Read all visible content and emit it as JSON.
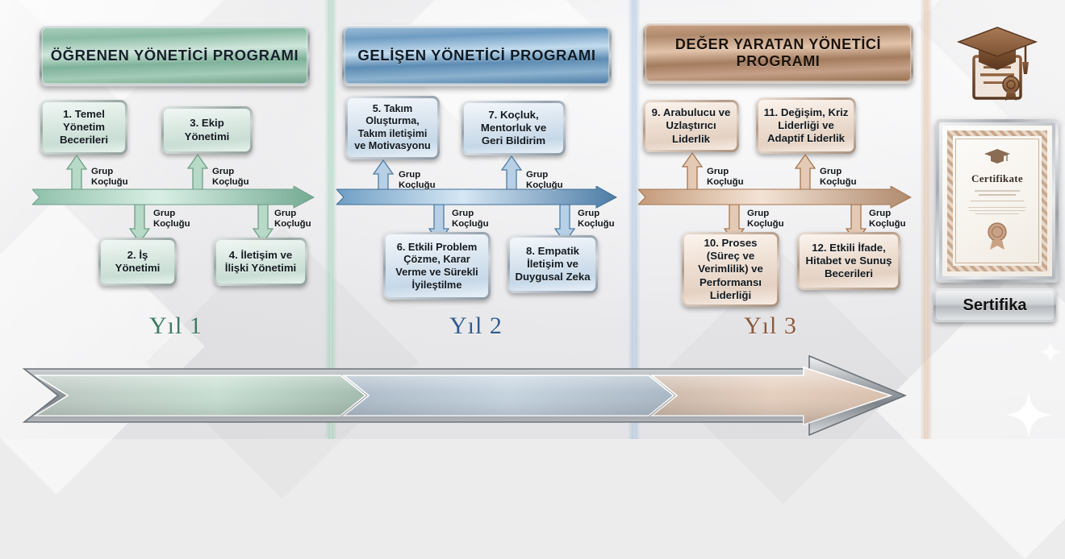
{
  "colors": {
    "green": "#6fa88c",
    "blue": "#4a7ba8",
    "brown": "#b08a6d",
    "silver": "#b8bcc0",
    "year1_text": "#3f7a62",
    "year2_text": "#2f5b8f",
    "year3_text": "#8a5a3c"
  },
  "columns": [
    {
      "id": "year1",
      "title": "ÖĞRENEN YÖNETİCİ PROGRAMI",
      "year_label": "Yıl 1",
      "coaching_label": "Grup Koçluğu",
      "top_boxes": [
        {
          "text": "1. Temel Yönetim Becerileri"
        },
        {
          "text": "3. Ekip Yönetimi"
        }
      ],
      "bottom_boxes": [
        {
          "text": "2. İş Yönetimi"
        },
        {
          "text": "4. İletişim ve İlişki Yönetimi"
        }
      ]
    },
    {
      "id": "year2",
      "title": "GELİŞEN YÖNETİCİ PROGRAMI",
      "year_label": "Yıl 2",
      "coaching_label": "Grup Koçluğu",
      "top_boxes": [
        {
          "text": "5. Takım Oluşturma, Takım iletişimi ve Motivasyonu"
        },
        {
          "text": "7. Koçluk, Mentorluk ve Geri Bildirim"
        }
      ],
      "bottom_boxes": [
        {
          "text": "6. Etkili Problem Çözme, Karar Verme ve Sürekli İyileştilme"
        },
        {
          "text": "8. Empatik İletişim ve Duygusal Zeka"
        }
      ]
    },
    {
      "id": "year3",
      "title": "DEĞER YARATAN YÖNETİCİ PROGRAMI",
      "year_label": "Yıl 3",
      "coaching_label": "Grup Koçluğu",
      "top_boxes": [
        {
          "text": "9. Arabulucu ve Uzlaştırıcı Liderlik"
        },
        {
          "text": "11. Değişim, Kriz Liderliği ve Adaptif Liderlik"
        }
      ],
      "bottom_boxes": [
        {
          "text": "10. Proses (Süreç ve Verimlilik) ve Performansı Liderliği"
        },
        {
          "text": "12. Etkili İfade, Hitabet ve Sunuş Becerileri"
        }
      ]
    }
  ],
  "certificate": {
    "icon_name": "graduation-cap-diploma-icon",
    "certificate_title": "Certifikate",
    "button_label": "Sertifika"
  }
}
